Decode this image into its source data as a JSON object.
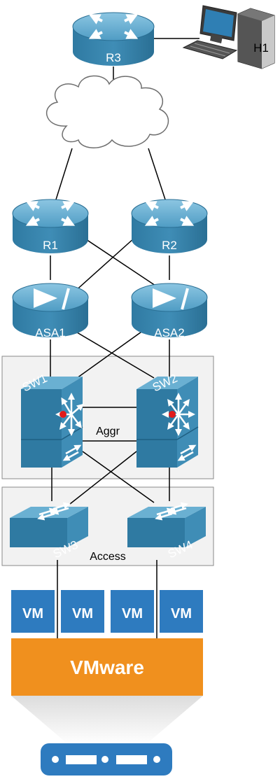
{
  "devices": {
    "r3": "R3",
    "h1": "H1",
    "r1": "R1",
    "r2": "R2",
    "asa1": "ASA1",
    "asa2": "ASA2",
    "sw1": "SW1",
    "sw2": "SW2",
    "sw3": "SW3",
    "sw4": "SW4"
  },
  "zones": {
    "aggregation": "Aggr",
    "access": "Access"
  },
  "virtualization": {
    "vms": [
      "VM",
      "VM",
      "VM",
      "VM"
    ],
    "hypervisor": "VMware"
  },
  "colors": {
    "device_blue": "#3c8cb4",
    "device_top": "#6ab0d2",
    "vm_blue": "#2e7bbf",
    "hypervisor_orange": "#f0901e",
    "zone_fill": "#f2f2f2",
    "server_blue": "#2e7bbf"
  },
  "icons": [
    "router-icon",
    "cloud-icon",
    "pc-icon",
    "firewall-icon",
    "multilayer-switch-icon",
    "switch-icon",
    "server-icon"
  ]
}
